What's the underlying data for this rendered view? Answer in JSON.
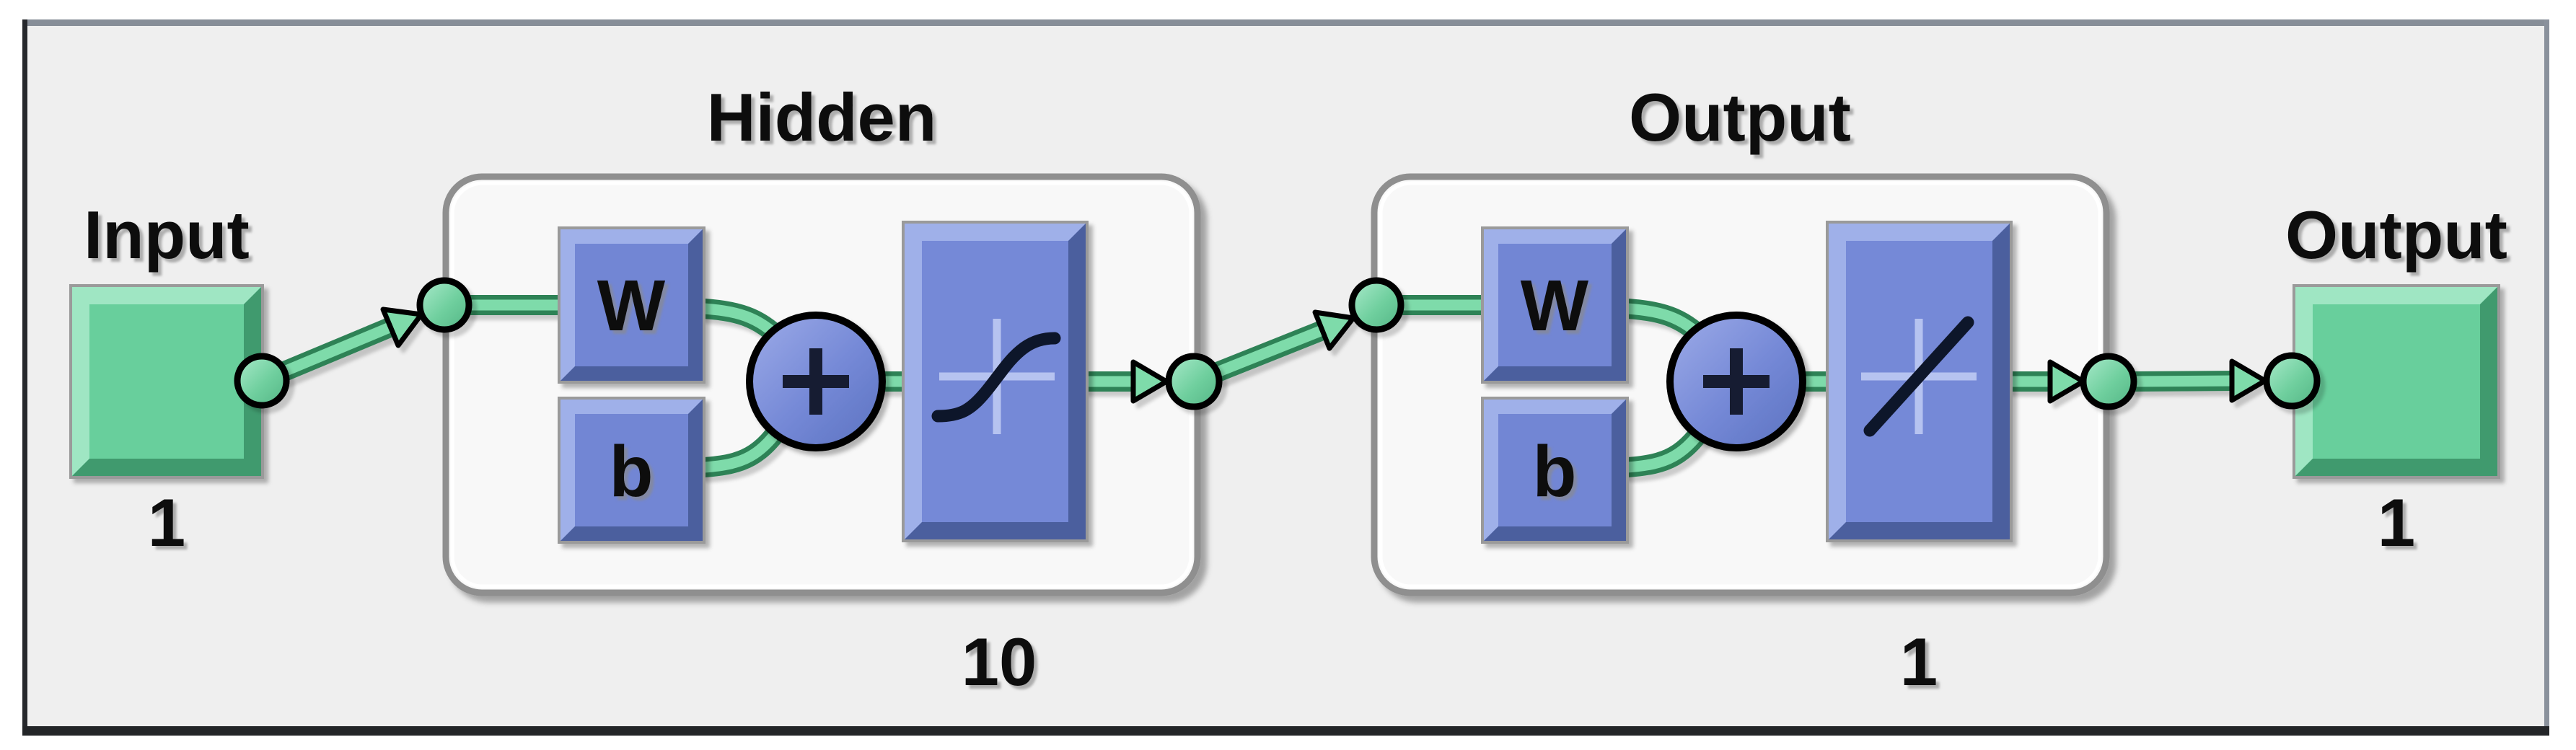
{
  "colors": {
    "canvas_background": "#efefef",
    "page_background": "#ffffff",
    "frame_dark": "#26282c",
    "frame_gray": "#878e98",
    "accent_green": "#67cf9c",
    "accent_green_light": "#9fe6c3",
    "accent_green_dark": "#3f9a6e",
    "accent_blue": "#7286d4",
    "accent_blue_light": "#9fb0e9",
    "accent_blue_dark": "#4b5e9e",
    "connector_green": "#7edbaa",
    "connector_green_dark": "#2f8257",
    "layer_box_fill": "#f8f8f8",
    "layer_box_border": "#8f8f8f"
  },
  "diagram": {
    "input_block": {
      "label": "Input",
      "dimension": "1"
    },
    "hidden_layer": {
      "label": "Hidden",
      "weight_label": "W",
      "bias_label": "b",
      "sum_icon": "plus-icon",
      "transfer_icon": "sigmoid-curve-icon",
      "neuron_count": "10"
    },
    "output_layer": {
      "label": "Output",
      "weight_label": "W",
      "bias_label": "b",
      "sum_icon": "plus-icon",
      "transfer_icon": "linear-line-icon",
      "neuron_count": "1"
    },
    "output_block": {
      "label": "Output",
      "dimension": "1"
    }
  }
}
